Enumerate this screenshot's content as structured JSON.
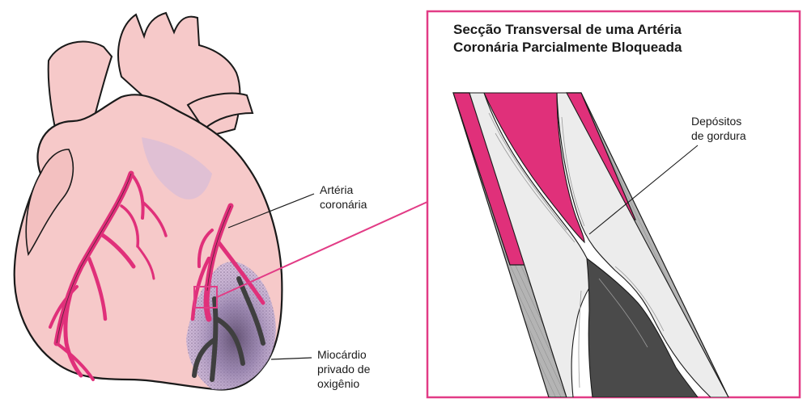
{
  "labels": {
    "coronary_artery": [
      "Artéria",
      "coronária"
    ],
    "myocardium": [
      "Miocárdio",
      "privado de",
      "oxigênio"
    ]
  },
  "inset": {
    "title": [
      "Secção Transversal de uma Artéria",
      "Coronária Parcialmente Bloqueada"
    ],
    "deposits_label": [
      "Depósitos",
      "de gordura"
    ]
  },
  "colors": {
    "artery_magenta": "#e0307a",
    "heart_pink": "#f6c9c9",
    "outline": "#1a1a1a",
    "frame_magenta": "#e23c86",
    "deficient_zone": "#b9a3cc",
    "plaque_fill": "#ececec",
    "blocked_fill": "#4a4a4a",
    "wall_gray": "#a8a8a8"
  }
}
